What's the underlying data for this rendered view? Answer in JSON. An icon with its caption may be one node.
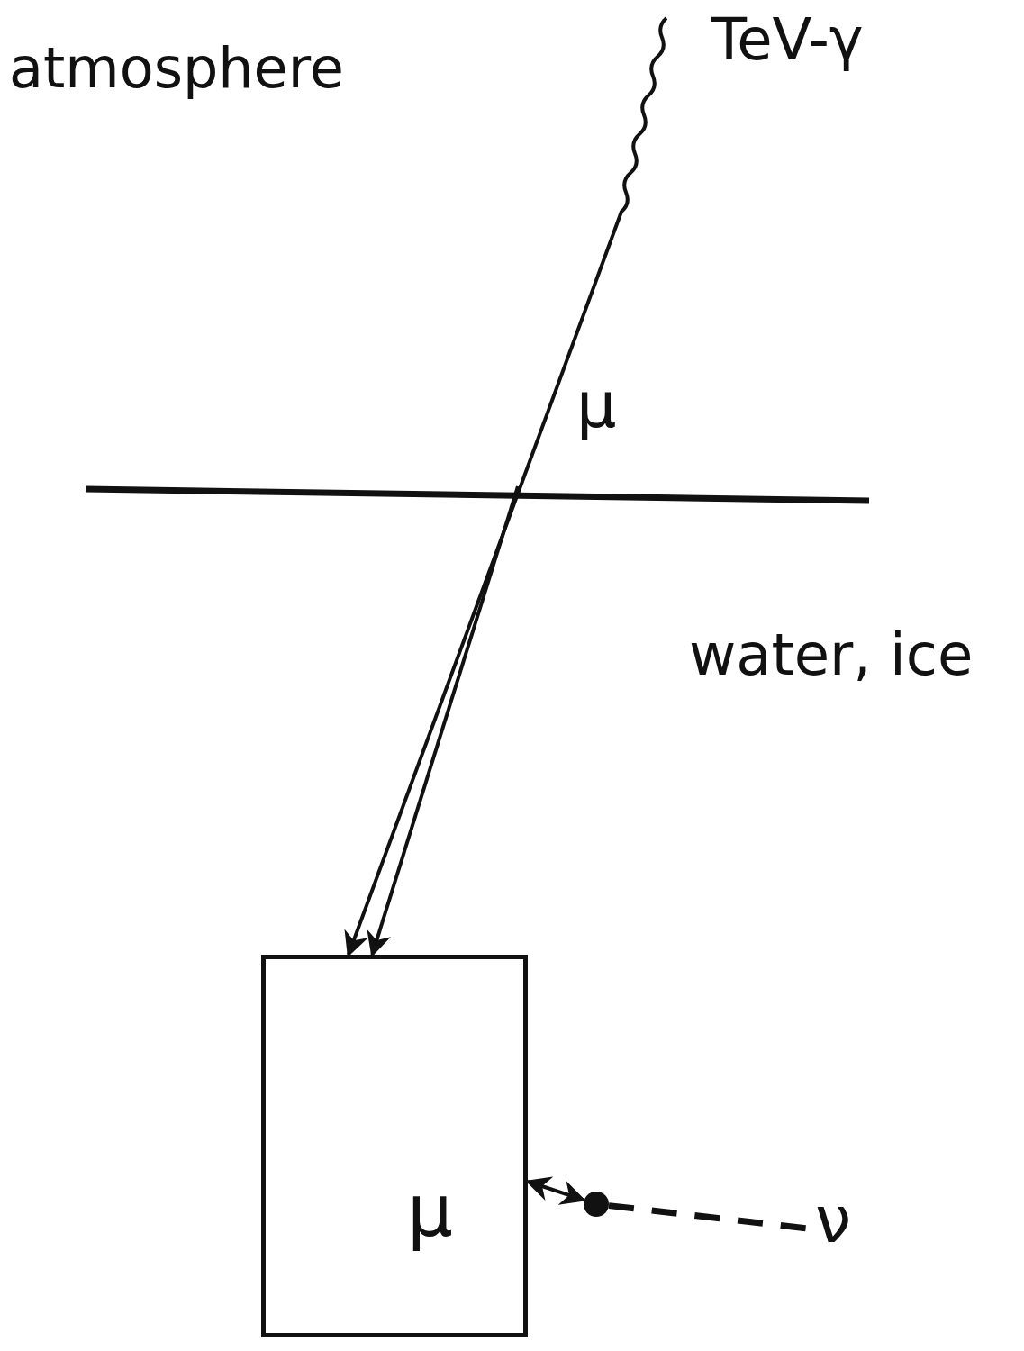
{
  "diagram": {
    "nodes": [
      {
        "text": [
          "TeV-γ"
        ]
      },
      {
        "text": [],
        "shape": "box"
      },
      {
        "text": [],
        "shape": "circle"
      },
      {
        "text": [
          "ν"
        ]
      }
    ],
    "edges": [
      {
        "from": 0,
        "to": 1,
        "arrow": "to",
        "label": "μ"
      },
      {
        "from": null,
        "to": 1,
        "arrow": "to"
      },
      {
        "from": 1,
        "to": 2,
        "arrow": "both",
        "label": "μ"
      },
      {
        "from": 2,
        "to": 3,
        "arrow": "none",
        "style": "dashed"
      }
    ],
    "labels": [
      "atmosphere",
      "water, ice"
    ]
  }
}
